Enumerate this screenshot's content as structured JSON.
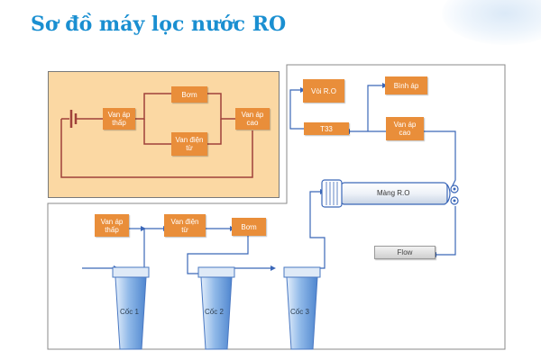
{
  "title": "Sơ đồ máy lọc nước RO",
  "electrical": {
    "van_ap_thap": "Van áp\nthấp",
    "bom": "Bơm",
    "van_dien_tu": "Van điện\ntừ",
    "van_ap_cao": "Van áp\ncao"
  },
  "water": {
    "van_ap_thap": "Van áp\nthấp",
    "van_dien_tu": "Van điện\ntừ",
    "bom": "Bơm",
    "voi_ro": "Vòi R.O",
    "binh_ap": "Bình áp",
    "t33": "T33",
    "van_ap_cao": "Van áp\ncao",
    "mang_ro": "Màng R.O",
    "flow": "Flow",
    "cups": [
      "Cốc 1",
      "Cốc 2",
      "Cốc 3"
    ]
  },
  "colors": {
    "title": "#1a8fd1",
    "component_box": "#e98e3a",
    "electrical_panel": "#fbd8a3",
    "wire": "#a0413a",
    "pipe": "#3b67b8",
    "cup_water": "#6a9fdc"
  }
}
